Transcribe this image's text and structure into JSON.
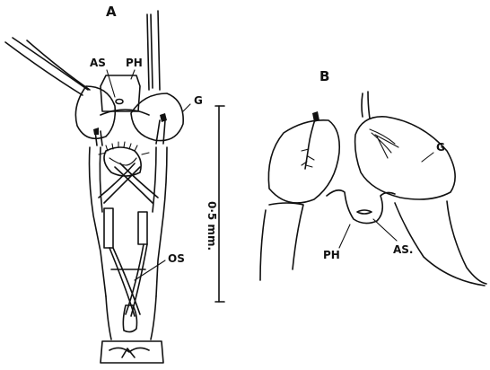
{
  "figure": {
    "panel_a": {
      "panel_label": "A",
      "labels": {
        "as": "AS",
        "ph": "PH",
        "g": "G",
        "os": "OS"
      }
    },
    "panel_b": {
      "panel_label": "B",
      "labels": {
        "g": "G",
        "ph": "PH",
        "as": "AS."
      }
    },
    "scale_bar": {
      "label": "0·5 mm."
    }
  }
}
